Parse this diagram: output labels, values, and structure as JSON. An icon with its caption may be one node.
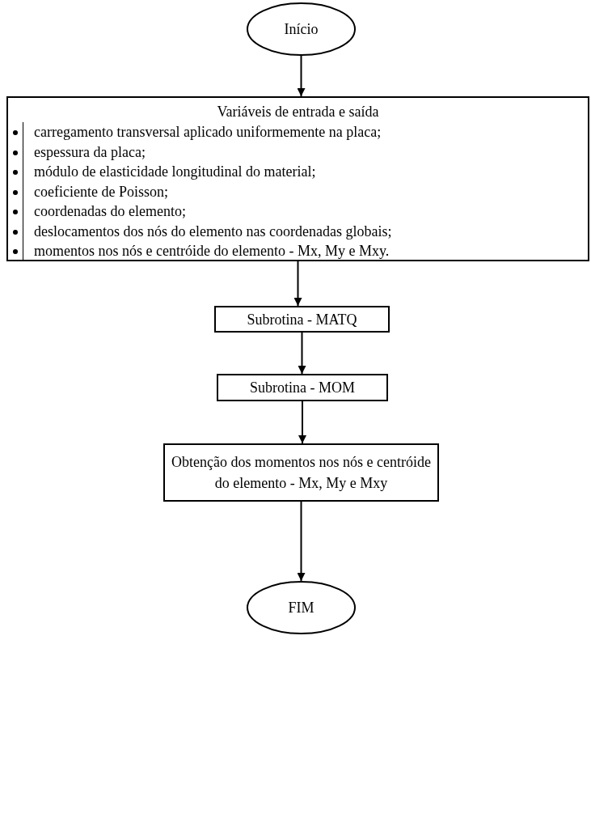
{
  "diagram": {
    "nodes": [
      {
        "text": [
          "Início"
        ]
      },
      {
        "text": [
          "Variáveis de entrada e saída",
          "carregamento transversal aplicado uniformemente na placa;",
          "espessura da placa;",
          "módulo de elasticidade longitudinal do material;",
          "coeficiente de Poisson;",
          "coordenadas do elemento;",
          "deslocamentos dos nós do elemento nas coordenadas globais;",
          "momentos nos nós e centróide do elemento - Mx, My e Mxy."
        ]
      },
      {
        "text": [
          "Subrotina - MATQ"
        ]
      },
      {
        "text": [
          "Subrotina - MOM"
        ]
      },
      {
        "text": [
          "Obtenção dos momentos nos nós e centróide do elemento - Mx, My e Mxy"
        ]
      },
      {
        "text": [
          "FIM"
        ]
      }
    ],
    "edges": [
      {
        "from": 0,
        "to": 1,
        "arrow": "to"
      },
      {
        "from": 1,
        "to": 2,
        "arrow": "to"
      },
      {
        "from": 2,
        "to": 3,
        "arrow": "to"
      },
      {
        "from": 3,
        "to": 4,
        "arrow": "to"
      },
      {
        "from": 4,
        "to": 5,
        "arrow": "to"
      }
    ]
  }
}
